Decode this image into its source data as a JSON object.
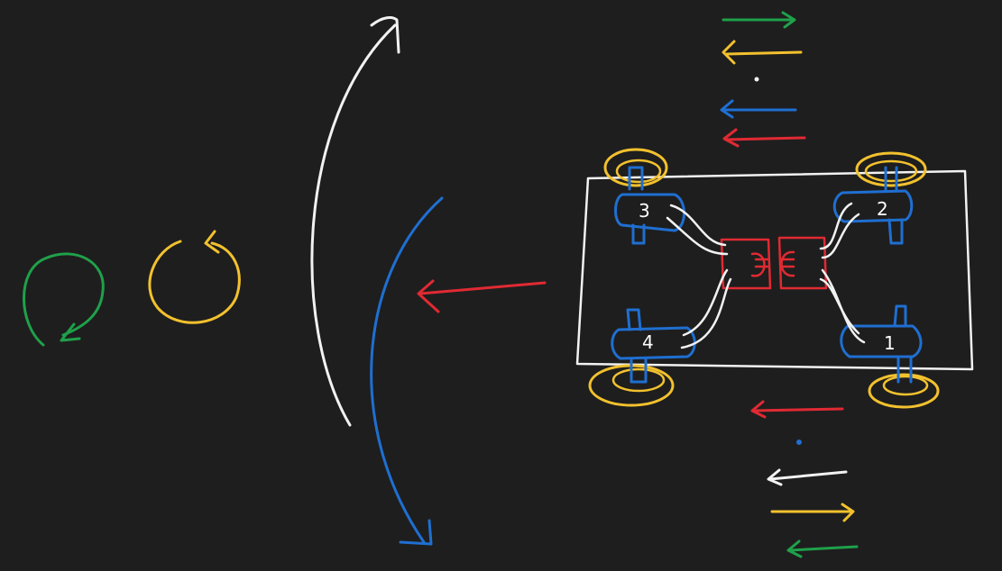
{
  "colors": {
    "background": "#1e1e1e",
    "white": "#f2f2f2",
    "blue": "#1f6fd1",
    "red": "#e02a33",
    "yellow": "#f2c12e",
    "green": "#1fa04a"
  },
  "motors": [
    {
      "label": "1"
    },
    {
      "label": "2"
    },
    {
      "label": "3"
    },
    {
      "label": "4"
    }
  ]
}
